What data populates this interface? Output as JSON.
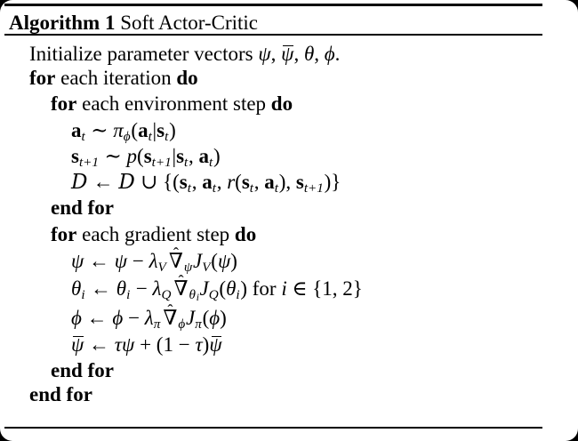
{
  "colors": {
    "background": "#000000",
    "card": "#ffffff",
    "text": "#000000",
    "rules": "#000000"
  },
  "header": {
    "label": "Algorithm 1",
    "title": " Soft Actor-Critic"
  },
  "symbols": {
    "hat": "ˆ",
    "nabla": "∇"
  },
  "algorithm": {
    "lines": [
      {
        "indent": 0,
        "tokens": [
          {
            "t": "Initialize parameter vectors ",
            "s": "rm"
          },
          {
            "t": "ψ",
            "s": "it"
          },
          {
            "t": ", ",
            "s": "rm"
          },
          {
            "t": "ψ",
            "s": "bar"
          },
          {
            "t": ", ",
            "s": "rm"
          },
          {
            "t": "θ",
            "s": "it"
          },
          {
            "t": ", ",
            "s": "rm"
          },
          {
            "t": "ϕ",
            "s": "it"
          },
          {
            "t": ".",
            "s": "rm"
          }
        ]
      },
      {
        "indent": 0,
        "tokens": [
          {
            "t": "for",
            "s": "b"
          },
          {
            "t": " each iteration ",
            "s": "rm"
          },
          {
            "t": "do",
            "s": "b"
          }
        ]
      },
      {
        "indent": 1,
        "tokens": [
          {
            "t": "for",
            "s": "b"
          },
          {
            "t": " each environment step ",
            "s": "rm"
          },
          {
            "t": "do",
            "s": "b"
          }
        ]
      },
      {
        "indent": 2,
        "tokens": [
          {
            "t": "a",
            "s": "bf"
          },
          {
            "t": "t",
            "s": "sub"
          },
          {
            "t": " ∼ ",
            "s": "rm"
          },
          {
            "t": "π",
            "s": "it"
          },
          {
            "t": "ϕ",
            "s": "sub"
          },
          {
            "t": "(",
            "s": "rm"
          },
          {
            "t": "a",
            "s": "bf"
          },
          {
            "t": "t",
            "s": "sub"
          },
          {
            "t": "|",
            "s": "rm"
          },
          {
            "t": "s",
            "s": "bf"
          },
          {
            "t": "t",
            "s": "sub"
          },
          {
            "t": ")",
            "s": "rm"
          }
        ]
      },
      {
        "indent": 2,
        "tokens": [
          {
            "t": "s",
            "s": "bf"
          },
          {
            "t": "t+1",
            "s": "sub"
          },
          {
            "t": " ∼ ",
            "s": "rm"
          },
          {
            "t": "p",
            "s": "it"
          },
          {
            "t": "(",
            "s": "rm"
          },
          {
            "t": "s",
            "s": "bf"
          },
          {
            "t": "t+1",
            "s": "sub"
          },
          {
            "t": "|",
            "s": "rm"
          },
          {
            "t": "s",
            "s": "bf"
          },
          {
            "t": "t",
            "s": "sub"
          },
          {
            "t": ", ",
            "s": "rm"
          },
          {
            "t": "a",
            "s": "bf"
          },
          {
            "t": "t",
            "s": "sub"
          },
          {
            "t": ")",
            "s": "rm"
          }
        ]
      },
      {
        "indent": 2,
        "tokens": [
          {
            "t": "D",
            "s": "cal"
          },
          {
            "t": " ← ",
            "s": "rm"
          },
          {
            "t": "D",
            "s": "cal"
          },
          {
            "t": " ∪ {(",
            "s": "rm"
          },
          {
            "t": "s",
            "s": "bf"
          },
          {
            "t": "t",
            "s": "sub"
          },
          {
            "t": ", ",
            "s": "rm"
          },
          {
            "t": "a",
            "s": "bf"
          },
          {
            "t": "t",
            "s": "sub"
          },
          {
            "t": ", ",
            "s": "rm"
          },
          {
            "t": "r",
            "s": "it"
          },
          {
            "t": "(",
            "s": "rm"
          },
          {
            "t": "s",
            "s": "bf"
          },
          {
            "t": "t",
            "s": "sub"
          },
          {
            "t": ", ",
            "s": "rm"
          },
          {
            "t": "a",
            "s": "bf"
          },
          {
            "t": "t",
            "s": "sub"
          },
          {
            "t": "), ",
            "s": "rm"
          },
          {
            "t": "s",
            "s": "bf"
          },
          {
            "t": "t+1",
            "s": "sub"
          },
          {
            "t": ")}",
            "s": "rm"
          }
        ]
      },
      {
        "indent": 1,
        "tokens": [
          {
            "t": "end for",
            "s": "b"
          }
        ]
      },
      {
        "indent": 1,
        "tokens": [
          {
            "t": "for",
            "s": "b"
          },
          {
            "t": " each gradient step ",
            "s": "rm"
          },
          {
            "t": "do",
            "s": "b"
          }
        ]
      },
      {
        "indent": 2,
        "tokens": [
          {
            "t": "ψ",
            "s": "it"
          },
          {
            "t": " ← ",
            "s": "rm"
          },
          {
            "t": "ψ",
            "s": "it"
          },
          {
            "t": " − ",
            "s": "rm"
          },
          {
            "t": "λ",
            "s": "it"
          },
          {
            "t": "V",
            "s": "sub"
          },
          {
            "t": "∇",
            "s": "nh"
          },
          {
            "t": "ψ",
            "s": "sub"
          },
          {
            "t": "J",
            "s": "it"
          },
          {
            "t": "V",
            "s": "sub"
          },
          {
            "t": "(",
            "s": "rm"
          },
          {
            "t": "ψ",
            "s": "it"
          },
          {
            "t": ")",
            "s": "rm"
          }
        ]
      },
      {
        "indent": 2,
        "tokens": [
          {
            "t": "θ",
            "s": "it"
          },
          {
            "t": "i",
            "s": "sub"
          },
          {
            "t": " ← ",
            "s": "rm"
          },
          {
            "t": "θ",
            "s": "it"
          },
          {
            "t": "i",
            "s": "sub"
          },
          {
            "t": " − ",
            "s": "rm"
          },
          {
            "t": "λ",
            "s": "it"
          },
          {
            "t": "Q",
            "s": "sub"
          },
          {
            "t": "∇",
            "s": "nh"
          },
          {
            "t": "θ",
            "s": "sub"
          },
          {
            "t": "i",
            "s": "subsub"
          },
          {
            "t": "J",
            "s": "it"
          },
          {
            "t": "Q",
            "s": "sub"
          },
          {
            "t": "(",
            "s": "rm"
          },
          {
            "t": "θ",
            "s": "it"
          },
          {
            "t": "i",
            "s": "sub"
          },
          {
            "t": ") for ",
            "s": "rm"
          },
          {
            "t": "i",
            "s": "it"
          },
          {
            "t": " ∈ {1, 2}",
            "s": "rm"
          }
        ]
      },
      {
        "indent": 2,
        "tokens": [
          {
            "t": "ϕ",
            "s": "it"
          },
          {
            "t": " ← ",
            "s": "rm"
          },
          {
            "t": "ϕ",
            "s": "it"
          },
          {
            "t": " − ",
            "s": "rm"
          },
          {
            "t": "λ",
            "s": "it"
          },
          {
            "t": "π",
            "s": "sub"
          },
          {
            "t": "∇",
            "s": "nh"
          },
          {
            "t": "ϕ",
            "s": "sub"
          },
          {
            "t": "J",
            "s": "it"
          },
          {
            "t": "π",
            "s": "sub"
          },
          {
            "t": "(",
            "s": "rm"
          },
          {
            "t": "ϕ",
            "s": "it"
          },
          {
            "t": ")",
            "s": "rm"
          }
        ]
      },
      {
        "indent": 2,
        "tokens": [
          {
            "t": "ψ",
            "s": "bar"
          },
          {
            "t": " ← ",
            "s": "rm"
          },
          {
            "t": "τ",
            "s": "it"
          },
          {
            "t": "ψ",
            "s": "it"
          },
          {
            "t": " + (1 − ",
            "s": "rm"
          },
          {
            "t": "τ",
            "s": "it"
          },
          {
            "t": ")",
            "s": "rm"
          },
          {
            "t": "ψ",
            "s": "bar"
          }
        ]
      },
      {
        "indent": 1,
        "tokens": [
          {
            "t": "end for",
            "s": "b"
          }
        ]
      },
      {
        "indent": 0,
        "tokens": [
          {
            "t": "end for",
            "s": "b"
          }
        ]
      }
    ]
  }
}
